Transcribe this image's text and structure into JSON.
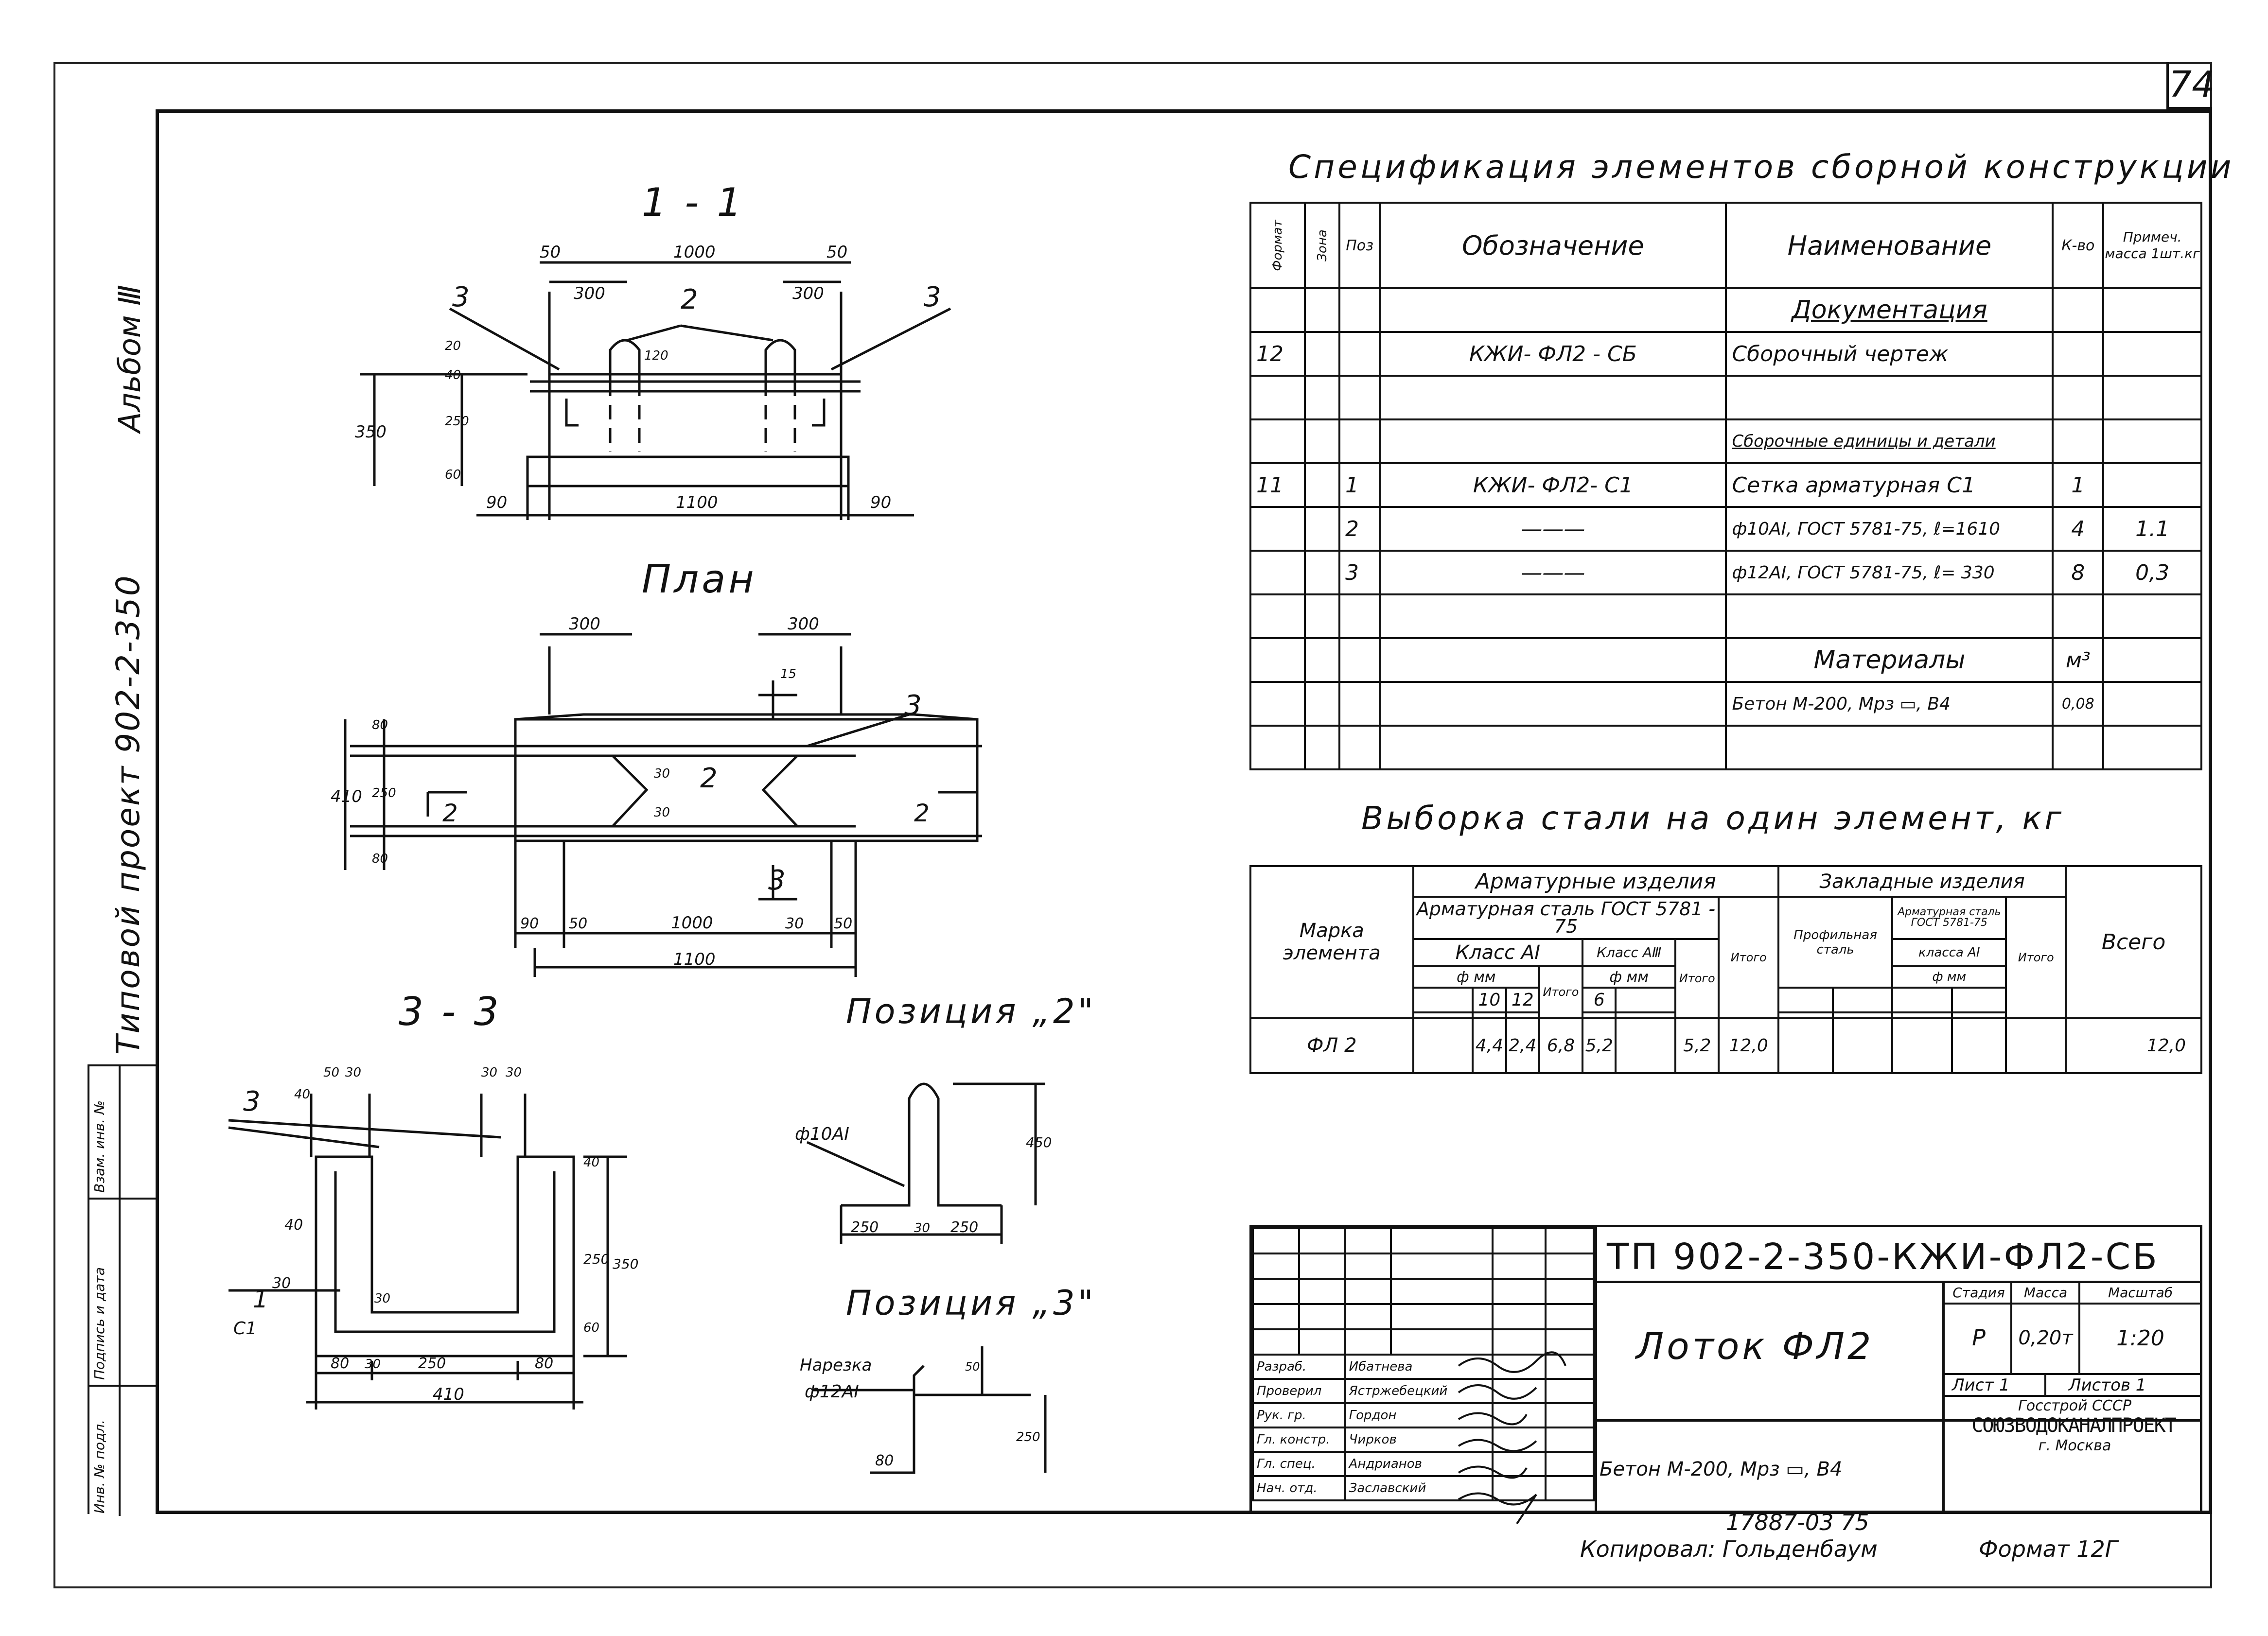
{
  "sheet_number": "74",
  "side_labels": {
    "album": "Альбом Ⅲ",
    "project": "Типовой проект 902-2-350",
    "stamp_cols": [
      "Инв. № подл.",
      "Подпись и дата",
      "Взам. инв. №"
    ]
  },
  "views": {
    "section_1": "1 - 1",
    "plan": "План",
    "section_3": "3 - 3",
    "pos2": "Позиция „2\"",
    "pos3": "Позиция „3\""
  },
  "drawing_labels": {
    "s1": {
      "d50a": "50",
      "d1000": "1000",
      "d50b": "50",
      "d300a": "300",
      "d300b": "300",
      "m3a": "3",
      "m2": "2",
      "m3b": "3",
      "h350": "350",
      "h40": "40",
      "h20": "20",
      "h250": "250",
      "h60": "60",
      "h120": "120",
      "b90a": "90",
      "b1100": "1100",
      "b90b": "90"
    },
    "plan": {
      "d300a": "300",
      "d300b": "300",
      "m3": "3",
      "m2": "2",
      "m3b": "3",
      "h410": "410",
      "h80a": "80",
      "h250": "250",
      "h80b": "80",
      "d30a": "30",
      "d30b": "30",
      "b90": "90",
      "b50": "50",
      "b1000": "1000",
      "b30": "30",
      "b50b": "50",
      "b1100": "1100",
      "cut2a": "2",
      "cut2b": "2",
      "h15": "15"
    },
    "s3": {
      "t50": "50",
      "t30": "30",
      "t30b": "30",
      "t30c": "30",
      "t40": "40",
      "m3": "3",
      "m1": "1",
      "c1": "С1",
      "l40": "40",
      "l30": "30",
      "l30b": "30",
      "h250": "250",
      "h350": "350",
      "h60": "60",
      "h40": "40",
      "b80a": "80",
      "b250": "250",
      "b80b": "80",
      "b410": "410",
      "m30": "30"
    },
    "p2": {
      "bar": "ф10АⅠ",
      "h450": "450",
      "b250a": "250",
      "b30": "30",
      "b250b": "250"
    },
    "p3": {
      "thread": "Нарезка",
      "bar": "ф12АⅠ",
      "d50": "50",
      "h250": "250",
      "b80": "80"
    }
  },
  "spec": {
    "title": "Спецификация элементов сборной конструкции",
    "headers": {
      "format": "Формат",
      "zone": "Зона",
      "pos": "Поз",
      "designation": "Обозначение",
      "name": "Наименование",
      "qty": "К-во",
      "note": "Примеч. масса 1шт.кг"
    },
    "rows": [
      {
        "format": "",
        "zone": "",
        "pos": "",
        "designation": "",
        "name": "Документация",
        "qty": "",
        "note": ""
      },
      {
        "format": "12",
        "zone": "",
        "pos": "",
        "designation": "КЖИ- ФЛ2 - СБ",
        "name": "Сборочный чертеж",
        "qty": "",
        "note": ""
      },
      {
        "format": "",
        "zone": "",
        "pos": "",
        "designation": "",
        "name": "",
        "qty": "",
        "note": ""
      },
      {
        "format": "",
        "zone": "",
        "pos": "",
        "designation": "",
        "name": "Сборочные единицы и детали",
        "qty": "",
        "note": ""
      },
      {
        "format": "11",
        "zone": "",
        "pos": "1",
        "designation": "КЖИ- ФЛ2- С1",
        "name": "Сетка арматурная С1",
        "qty": "1",
        "note": ""
      },
      {
        "format": "",
        "zone": "",
        "pos": "2",
        "designation": "———",
        "name": "ф10АⅠ, ГОСТ 5781-75, ℓ=1610",
        "qty": "4",
        "note": "1.1"
      },
      {
        "format": "",
        "zone": "",
        "pos": "3",
        "designation": "———",
        "name": "ф12АⅠ, ГОСТ 5781-75, ℓ= 330",
        "qty": "8",
        "note": "0,3"
      },
      {
        "format": "",
        "zone": "",
        "pos": "",
        "designation": "",
        "name": "",
        "qty": "",
        "note": ""
      },
      {
        "format": "",
        "zone": "",
        "pos": "",
        "designation": "",
        "name": "Материалы",
        "qty": "м³",
        "note": ""
      },
      {
        "format": "",
        "zone": "",
        "pos": "",
        "designation": "",
        "name": "Бетон М-200, Мрз ▭, В4",
        "qty": "0,08",
        "note": ""
      },
      {
        "format": "",
        "zone": "",
        "pos": "",
        "designation": "",
        "name": "",
        "qty": "",
        "note": ""
      }
    ]
  },
  "steel": {
    "title": "Выборка стали на один элемент, кг",
    "h_mark": "Марка элемента",
    "h_products": "Арматурные изделия",
    "h_embedded": "Закладные изделия",
    "h_rebar": "Арматурная сталь ГОСТ 5781 - 75",
    "h_classA1": "Класс АⅠ",
    "h_classA3": "Класс АⅢ",
    "h_phi": "ф мм",
    "h_phi2": "ф мм",
    "h_10": "10",
    "h_12": "12",
    "h_6": "6",
    "h_total": "Итого",
    "h_total2": "Итого",
    "h_total3": "Итого",
    "h_profile": "Профильная сталь",
    "h_rebar2": "Арматурная сталь ГОСТ 5781-75",
    "h_classA1b": "класса АⅠ",
    "h_phi3": "ф мм",
    "h_total4": "Итого",
    "h_grand": "Всего",
    "row": {
      "mark": "ФЛ 2",
      "c10": "4,4",
      "c12": "2,4",
      "t1": "6,8",
      "c6": "5,2",
      "t2": "5,2",
      "t3": "12,0",
      "grand": "12,0"
    }
  },
  "titleblock": {
    "code": "ТП 902-2-350-КЖИ-ФЛ2-СБ",
    "name": "Лоток ФЛ2",
    "material": "Бетон М-200, Мрз ▭, В4",
    "stage_h": "Стадия",
    "mass_h": "Масса",
    "scale_h": "Масштаб",
    "stage": "Р",
    "mass": "0,20т",
    "scale": "1:20",
    "sheet": "Лист 1",
    "sheets": "Листов 1",
    "org1": "Госстрой СССР",
    "org2": "СОЮЗВОДОКАНАЛПРОЕКТ",
    "org3": "г. Москва",
    "people": [
      {
        "role": "Разраб.",
        "name": "Ибатнева"
      },
      {
        "role": "Проверил",
        "name": "Ястржебецкий"
      },
      {
        "role": "Рук. гр.",
        "name": "Гордон"
      },
      {
        "role": "Гл. констр.",
        "name": "Чирков"
      },
      {
        "role": "Гл. спец.",
        "name": "Андрианов"
      },
      {
        "role": "Нач. отд.",
        "name": "Заславский"
      }
    ]
  },
  "footer": {
    "inv": "17887-03   75",
    "copied": "Копировал: Гольденбаум",
    "format": "Формат 12Г"
  }
}
